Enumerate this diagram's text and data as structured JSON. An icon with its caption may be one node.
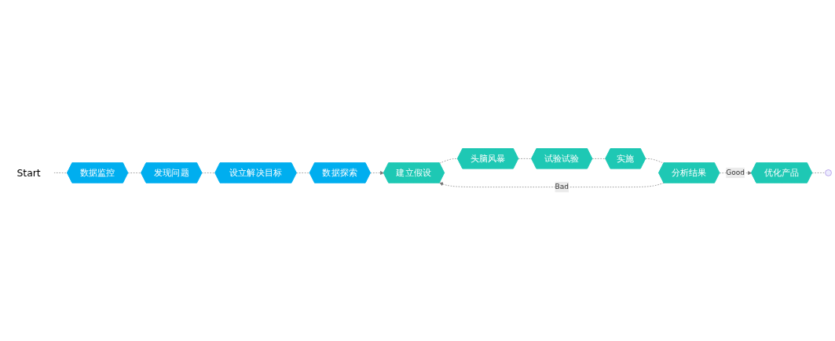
{
  "diagram": {
    "nodes": [
      {
        "text": [
          "Start"
        ]
      },
      {
        "text": [
          "数据监控"
        ]
      },
      {
        "text": [
          "发现问题"
        ]
      },
      {
        "text": [
          "设立解决目标"
        ]
      },
      {
        "text": [
          "数据探索"
        ]
      },
      {
        "text": [
          "建立假设"
        ]
      },
      {
        "text": [
          "头脑风暴"
        ]
      },
      {
        "text": [
          "试验试验"
        ]
      },
      {
        "text": [
          "实施"
        ]
      },
      {
        "text": [
          "分析结果"
        ]
      },
      {
        "text": [
          "优化产品"
        ]
      },
      {
        "text": [],
        "shape": "circle"
      }
    ],
    "edges": [
      {
        "from": 0,
        "to": 1,
        "arrow": "none"
      },
      {
        "from": 1,
        "to": 2,
        "arrow": "none"
      },
      {
        "from": 2,
        "to": 3,
        "arrow": "none"
      },
      {
        "from": 3,
        "to": 4,
        "arrow": "none"
      },
      {
        "from": 4,
        "to": 5,
        "arrow": "to"
      },
      {
        "from": 5,
        "to": 6,
        "arrow": "none"
      },
      {
        "from": 6,
        "to": 7,
        "arrow": "none"
      },
      {
        "from": 7,
        "to": 8,
        "arrow": "none"
      },
      {
        "from": 8,
        "to": 9,
        "arrow": "none"
      },
      {
        "from": 9,
        "to": 10,
        "arrow": "to",
        "label": "Good"
      },
      {
        "from": 9,
        "to": 5,
        "arrow": "to",
        "label": "Bad"
      },
      {
        "from": 10,
        "to": 11,
        "arrow": "none"
      }
    ]
  }
}
